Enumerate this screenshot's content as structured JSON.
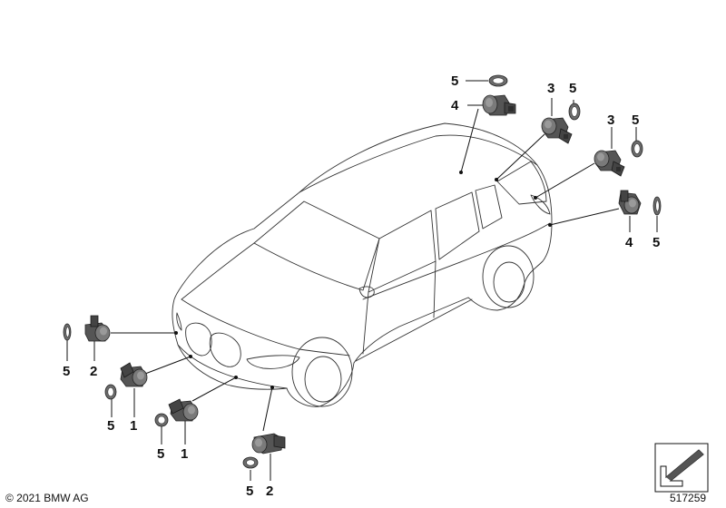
{
  "footer": {
    "copyright": "© 2021 BMW AG",
    "diagram_id": "517259"
  },
  "callouts": [
    {
      "id": "c1",
      "label": "5"
    },
    {
      "id": "c2",
      "label": "4"
    },
    {
      "id": "c3",
      "label": "3"
    },
    {
      "id": "c4",
      "label": "5"
    },
    {
      "id": "c5",
      "label": "3"
    },
    {
      "id": "c6",
      "label": "5"
    },
    {
      "id": "c7",
      "label": "4"
    },
    {
      "id": "c8",
      "label": "5"
    },
    {
      "id": "c9",
      "label": "5"
    },
    {
      "id": "c10",
      "label": "2"
    },
    {
      "id": "c11",
      "label": "5"
    },
    {
      "id": "c12",
      "label": "1"
    },
    {
      "id": "c13",
      "label": "5"
    },
    {
      "id": "c14",
      "label": "1"
    },
    {
      "id": "c15",
      "label": "5"
    },
    {
      "id": "c16",
      "label": "2"
    }
  ],
  "colors": {
    "part_fill": "#555555",
    "line": "#111111",
    "background": "#ffffff"
  }
}
